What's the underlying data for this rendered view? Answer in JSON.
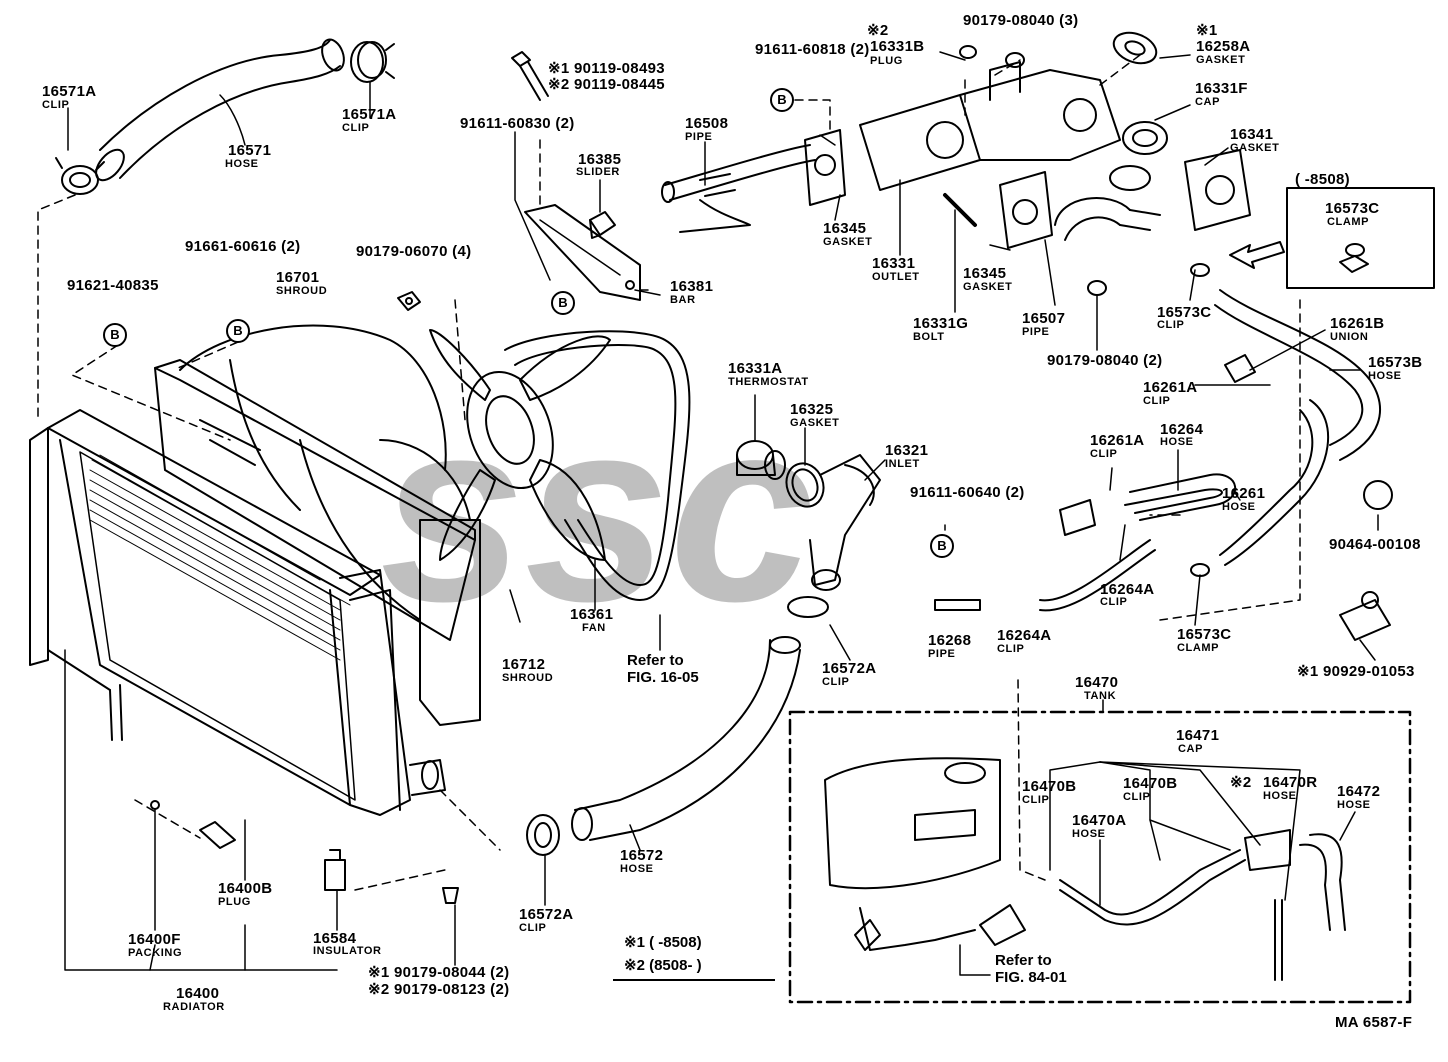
{
  "doc_id": "MA 6587-F",
  "watermark": "ssc",
  "b_mark": "B",
  "parts": {
    "p16571A_top": {
      "num": "16571A",
      "name": "CLIP"
    },
    "p16571A_right": {
      "num": "16571A",
      "name": "CLIP"
    },
    "p16571": {
      "num": "16571",
      "name": "HOSE"
    },
    "p90119": {
      "line1": "※1 90119-08493",
      "line2": "※2 90119-08445"
    },
    "p91611_60830": {
      "num": "91611-60830 (2)"
    },
    "p16385": {
      "num": "16385",
      "name": "SLIDER"
    },
    "p16381": {
      "num": "16381",
      "name": "BAR"
    },
    "p91611_60818": {
      "num": "91611-60818 (2)"
    },
    "p16508": {
      "num": "16508",
      "name": "PIPE"
    },
    "p16331B": {
      "mark": "※2",
      "num": "16331B",
      "name": "PLUG"
    },
    "p90179_08040_3": {
      "num": "90179-08040 (3)"
    },
    "p16258A": {
      "mark": "※1",
      "num": "16258A",
      "name": "GASKET"
    },
    "p16331F": {
      "num": "16331F",
      "name": "CAP"
    },
    "p16341": {
      "num": "16341",
      "name": "GASKET"
    },
    "p16345_a": {
      "num": "16345",
      "name": "GASKET"
    },
    "p16331": {
      "num": "16331",
      "name": "OUTLET"
    },
    "p16345_b": {
      "num": "16345",
      "name": "GASKET"
    },
    "p16331G": {
      "num": "16331G",
      "name": "BOLT"
    },
    "p16507": {
      "num": "16507",
      "name": "PIPE"
    },
    "p90179_08040_2": {
      "num": "90179-08040 (2)"
    },
    "p16573C_a": {
      "num": "16573C",
      "name": "CLIP"
    },
    "box_8508": {
      "range": "( -8508)",
      "num": "16573C",
      "name": "CLAMP"
    },
    "p16261B": {
      "num": "16261B",
      "name": "UNION"
    },
    "p16573B": {
      "num": "16573B",
      "name": "HOSE"
    },
    "p16261A_a": {
      "num": "16261A",
      "name": "CLIP"
    },
    "p16264": {
      "num": "16264",
      "name": "HOSE"
    },
    "p16261A_b": {
      "num": "16261A",
      "name": "CLIP"
    },
    "p16261": {
      "num": "16261",
      "name": "HOSE"
    },
    "p90464": {
      "num": "90464-00108"
    },
    "p91611_60640": {
      "num": "91611-60640 (2)"
    },
    "p16331A": {
      "num": "16331A",
      "name": "THERMOSTAT"
    },
    "p16325": {
      "num": "16325",
      "name": "GASKET"
    },
    "p16321": {
      "num": "16321",
      "name": "INLET"
    },
    "p16264A_a": {
      "num": "16264A",
      "name": "CLIP"
    },
    "p16268": {
      "num": "16268",
      "name": "PIPE"
    },
    "p16264A_b": {
      "num": "16264A",
      "name": "CLIP"
    },
    "p16573C_b": {
      "num": "16573C",
      "name": "CLAMP"
    },
    "p90929": {
      "num": "※1 90929-01053"
    },
    "p91621": {
      "num": "91621-40835"
    },
    "p91661": {
      "num": "91661-60616 (2)"
    },
    "p16701": {
      "num": "16701",
      "name": "SHROUD"
    },
    "p90179_06070": {
      "num": "90179-06070 (4)"
    },
    "p16361": {
      "num": "16361",
      "name": "FAN"
    },
    "p16712": {
      "num": "16712",
      "name": "SHROUD"
    },
    "ref_1605": {
      "line1": "Refer to",
      "line2": "FIG. 16-05"
    },
    "p16572A_a": {
      "num": "16572A",
      "name": "CLIP"
    },
    "p16572": {
      "num": "16572",
      "name": "HOSE"
    },
    "p16572A_b": {
      "num": "16572A",
      "name": "CLIP"
    },
    "p16400B": {
      "num": "16400B",
      "name": "PLUG"
    },
    "p16400F": {
      "num": "16400F",
      "name": "PACKING"
    },
    "p16584": {
      "num": "16584",
      "name": "INSULATOR"
    },
    "p90179_0804x": {
      "line1": "※1 90179-08044 (2)",
      "line2": "※2 90179-08123 (2)"
    },
    "p16400": {
      "num": "16400",
      "name": "RADIATOR"
    },
    "p16470": {
      "num": "16470",
      "name": "TANK"
    },
    "p16471": {
      "num": "16471",
      "name": "CAP"
    },
    "p16470B_a": {
      "num": "16470B",
      "name": "CLIP"
    },
    "p16470B_b": {
      "num": "16470B",
      "name": "CLIP"
    },
    "p16470R": {
      "mark": "※2",
      "num": "16470R",
      "name": "HOSE"
    },
    "p16472": {
      "num": "16472",
      "name": "HOSE"
    },
    "p16470A": {
      "num": "16470A",
      "name": "HOSE"
    },
    "ref_8401": {
      "line1": "Refer to",
      "line2": "FIG. 84-01"
    }
  },
  "footnotes": {
    "n1": "※1 (     -8508)",
    "n2": "※2 (8508-      )"
  }
}
